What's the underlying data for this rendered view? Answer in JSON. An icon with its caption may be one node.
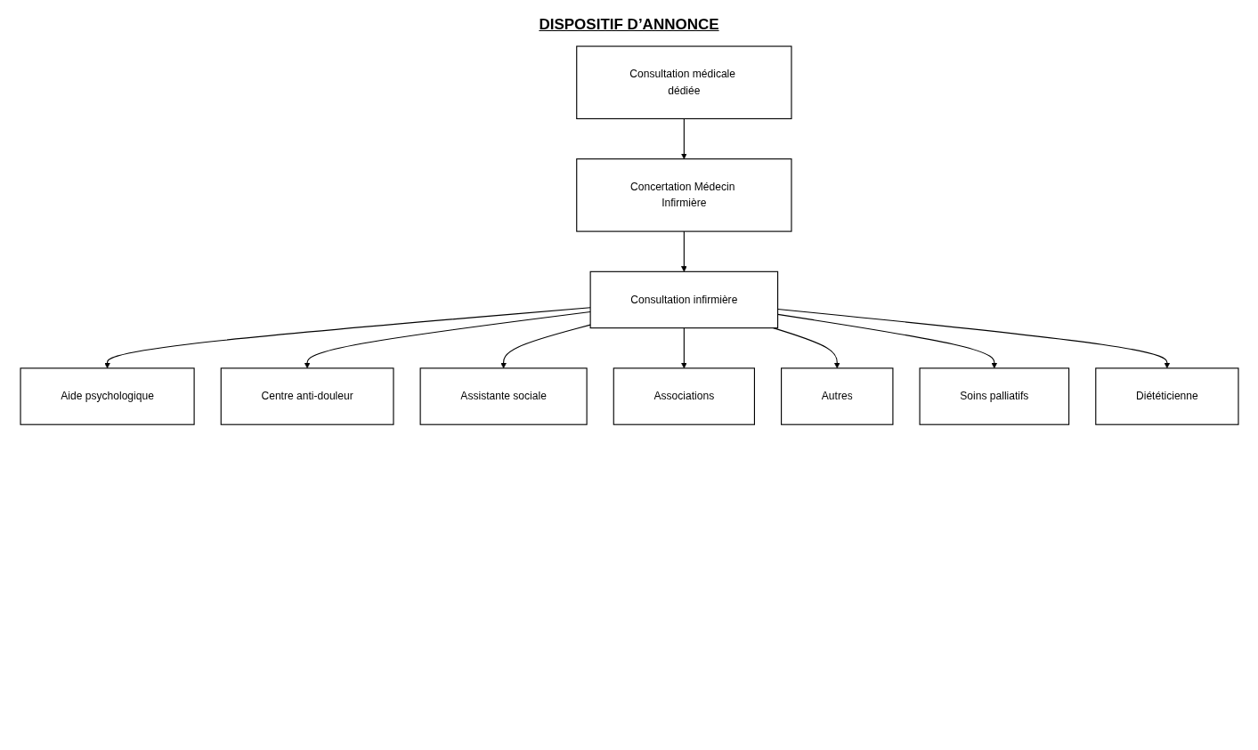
{
  "diagram": {
    "title": "DISPOSITIF D’ANNONCE",
    "nodes": [
      {
        "text": [
          "Consultation médicale dédiée"
        ]
      },
      {
        "text": [
          "Concertation Médecin Infirmière"
        ]
      },
      {
        "text": [
          "Consultation infirmière"
        ]
      },
      {
        "text": [
          "Aide psychologique"
        ]
      },
      {
        "text": [
          "Centre anti-douleur"
        ]
      },
      {
        "text": [
          "Assistante sociale"
        ]
      },
      {
        "text": [
          "Associations"
        ]
      },
      {
        "text": [
          "Autres"
        ]
      },
      {
        "text": [
          "Soins palliatifs"
        ]
      },
      {
        "text": [
          "Diététicienne"
        ]
      }
    ],
    "edges": [
      {
        "from": 0,
        "to": 1,
        "arrow": "to"
      },
      {
        "from": 1,
        "to": 2,
        "arrow": "to"
      },
      {
        "from": 2,
        "to": 3,
        "arrow": "to"
      },
      {
        "from": 2,
        "to": 4,
        "arrow": "to"
      },
      {
        "from": 2,
        "to": 5,
        "arrow": "to"
      },
      {
        "from": 2,
        "to": 6,
        "arrow": "to"
      },
      {
        "from": 2,
        "to": 7,
        "arrow": "to"
      },
      {
        "from": 2,
        "to": 8,
        "arrow": "to"
      },
      {
        "from": 2,
        "to": 9,
        "arrow": "to"
      }
    ]
  }
}
